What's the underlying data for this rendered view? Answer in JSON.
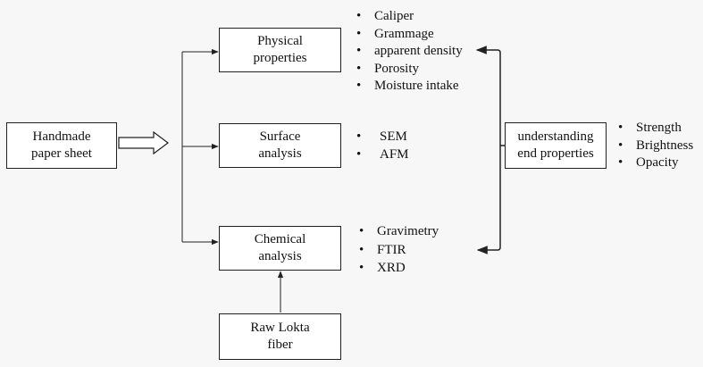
{
  "nodes": {
    "handmade": {
      "line1": "Handmade",
      "line2": "paper sheet"
    },
    "physical": {
      "line1": "Physical",
      "line2": "properties"
    },
    "surface": {
      "line1": "Surface",
      "line2": "analysis"
    },
    "chemical": {
      "line1": "Chemical",
      "line2": "analysis"
    },
    "understanding": {
      "line1": "understanding",
      "line2": "end properties"
    },
    "raw": {
      "line1": "Raw Lokta",
      "line2": "fiber"
    }
  },
  "lists": {
    "physical": [
      "Caliper",
      "Grammage",
      "apparent density",
      "Porosity",
      "Moisture intake"
    ],
    "surface": [
      "SEM",
      "AFM"
    ],
    "chemical": [
      "Gravimetry",
      "FTIR",
      "XRD"
    ],
    "end_properties": [
      "Strength",
      "Brightness",
      "Opacity"
    ]
  },
  "colors": {
    "background": "#f7f7f7",
    "box_fill": "#ffffff",
    "stroke": "#222222"
  }
}
